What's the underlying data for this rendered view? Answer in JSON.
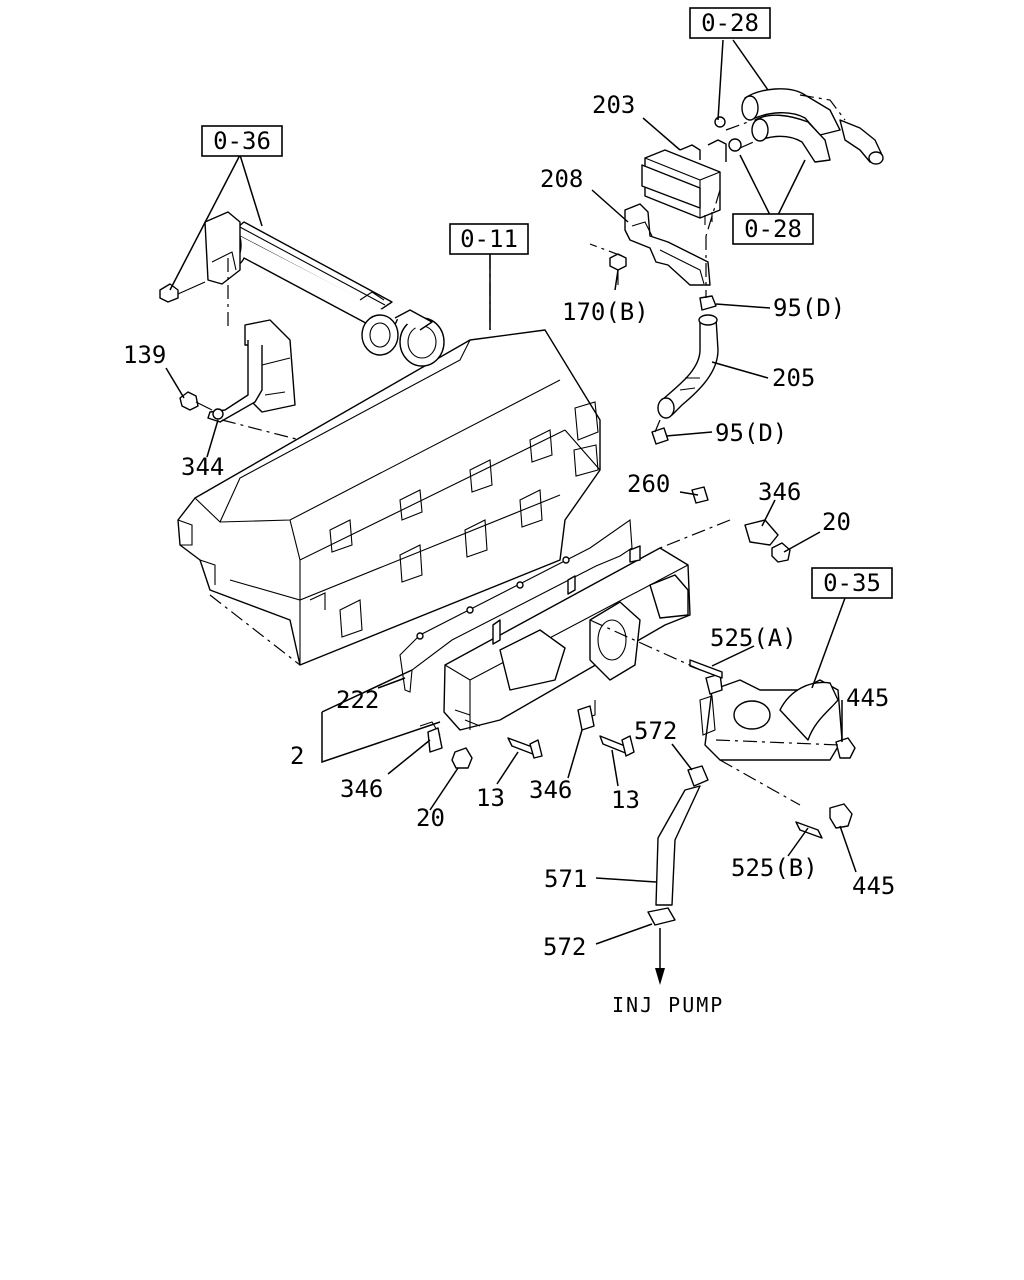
{
  "refs": {
    "r028a": "0-28",
    "r028b": "0-28",
    "r036": "0-36",
    "r011": "0-11",
    "r035": "0-35"
  },
  "labels": {
    "p203": "203",
    "p208": "208",
    "p170b": "170(B)",
    "p95d_1": "95(D)",
    "p205": "205",
    "p95d_2": "95(D)",
    "p139": "139",
    "p344": "344",
    "p260": "260",
    "p346_1": "346",
    "p20_1": "20",
    "p525a": "525(A)",
    "p445_1": "445",
    "p222": "222",
    "p2": "2",
    "p346_2": "346",
    "p20_2": "20",
    "p13_1": "13",
    "p346_3": "346",
    "p13_2": "13",
    "p572_1": "572",
    "p525b": "525(B)",
    "p445_2": "445",
    "p571": "571",
    "p572_2": "572",
    "inj_pump": "INJ PUMP"
  }
}
